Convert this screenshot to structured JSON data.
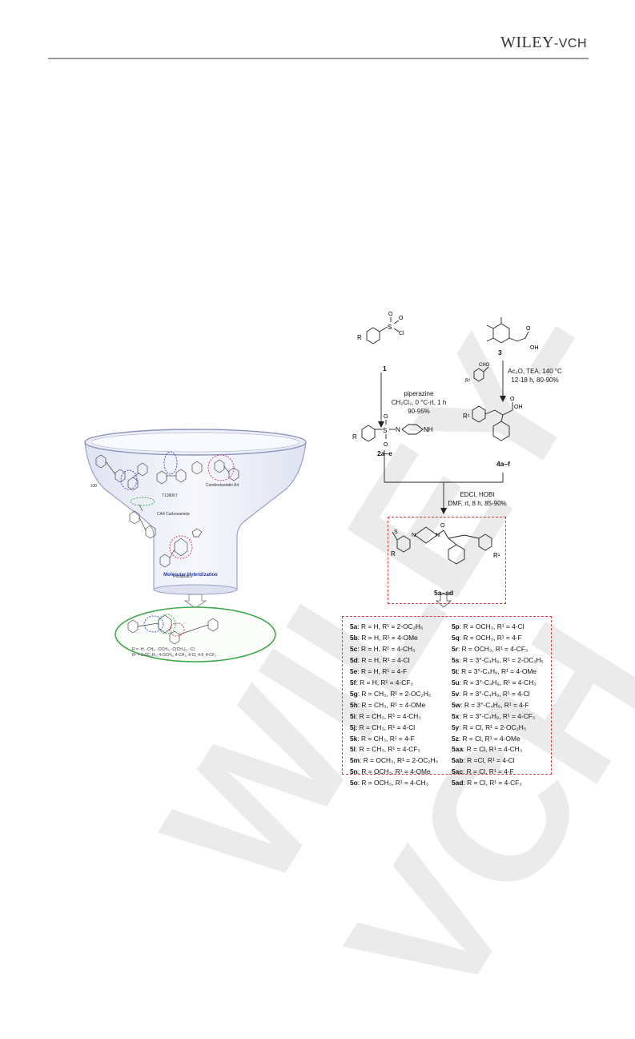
{
  "header": {
    "publisher": "WILEY",
    "publisher_suffix": "-VCH"
  },
  "watermark": "WILEY-VCH",
  "funnel": {
    "compounds": [
      "J30",
      "T138067",
      "Combretastatin A4",
      "CA4 Carboxamide",
      "Plinabulin"
    ],
    "hybridization_label": "Molecular Hybridization",
    "r_definition": "R = -H, -CH₃, -OCH₃, -C(CH₃)₃, -Cl",
    "r1_definition": "R¹ = 2-OC₂H₅, 4-OCH₃, 4-CH₃, 4-Cl, 4-F, 4-CF₃"
  },
  "scheme": {
    "reactant1": "1",
    "reactant3": "3",
    "intermediate2": "2a–e",
    "intermediate4": "4a–f",
    "product": "5a–ad",
    "cond1": [
      "piperazine",
      "CH₂Cl₂, 0 °C-rt, 1 h",
      "90-95%"
    ],
    "cond2": [
      "Ac₂O, TEA, 140 °C",
      "12-18 h, 80-90%"
    ],
    "cond3": [
      "EDCI, HOBt",
      "DMF, rt, 8 h, 85-90%"
    ],
    "atoms": {
      "S": "S",
      "O": "O",
      "Cl": "Cl",
      "N": "N",
      "NH": "NH",
      "OH": "OH",
      "R": "R",
      "R1": "R¹",
      "CHO": "CHO"
    }
  },
  "compound_list": {
    "left": [
      {
        "id": "5a",
        "text": ": R = H, R¹ = 2-OC₂H₅"
      },
      {
        "id": "5b",
        "text": ": R = H, R¹ = 4-OMe"
      },
      {
        "id": "5c",
        "text": ": R = H, R¹ = 4-CH₃"
      },
      {
        "id": "5d",
        "text": ": R = H, R¹ = 4-Cl"
      },
      {
        "id": "5e",
        "text": ": R = H, R¹ = 4-F"
      },
      {
        "id": "5f",
        "text": ": R = H, R¹ = 4-CF₃"
      },
      {
        "id": "5g",
        "text": ": R = CH₃, R¹ = 2-OC₂H₅"
      },
      {
        "id": "5h",
        "text": ": R = CH₃, R¹ = 4-OMe"
      },
      {
        "id": "5i",
        "text": ": R = CH₃, R¹ = 4-CH₃"
      },
      {
        "id": "5j",
        "text": ": R = CH₃, R¹ = 4-Cl"
      },
      {
        "id": "5k",
        "text": ": R = CH₃, R¹ = 4-F"
      },
      {
        "id": "5l",
        "text": ": R = CH₃, R¹ = 4-CF₃"
      },
      {
        "id": "5m",
        "text": ": R = OCH₃, R¹ = 2-OC₂H₅"
      },
      {
        "id": "5n",
        "text": ": R = OCH₃, R¹ = 4-OMe"
      },
      {
        "id": "5o",
        "text": ": R = OCH₃, R¹ = 4-CH₃"
      }
    ],
    "right": [
      {
        "id": "5p",
        "text": ": R = OCH₃, R¹ = 4-Cl"
      },
      {
        "id": "5q",
        "text": ": R = OCH₃, R¹ = 4-F"
      },
      {
        "id": "5r",
        "text": ": R = OCH₃, R¹ = 4-CF₃"
      },
      {
        "id": "5s",
        "text": ": R = 3°-C₄H₉, R¹ = 2-OC₂H₅"
      },
      {
        "id": "5t",
        "text": ": R = 3°-C₄H₉, R¹ = 4-OMe"
      },
      {
        "id": "5u",
        "text": ": R = 3°-C₄H₉, R¹ = 4-CH₃"
      },
      {
        "id": "5v",
        "text": ": R = 3°-C₄H₉, R¹ = 4-Cl"
      },
      {
        "id": "5w",
        "text": ": R = 3°-C₄H₉, R¹ = 4-F"
      },
      {
        "id": "5x",
        "text": ": R = 3°-C₄H₉, R¹ = 4-CF₃"
      },
      {
        "id": "5y",
        "text": ": R = Cl, R¹ = 2-OC₂H₅"
      },
      {
        "id": "5z",
        "text": ": R = Cl, R¹ = 4-OMe"
      },
      {
        "id": "5aa",
        "text": ": R = Cl, R¹ = 4-CH₃"
      },
      {
        "id": "5ab",
        "text": ": R =Cl, R¹ = 4-Cl"
      },
      {
        "id": "5ac",
        "text": ": R = Cl, R¹ = 4-F"
      },
      {
        "id": "5ad",
        "text": ": R = Cl, R¹ = 4-CF₃"
      }
    ]
  }
}
